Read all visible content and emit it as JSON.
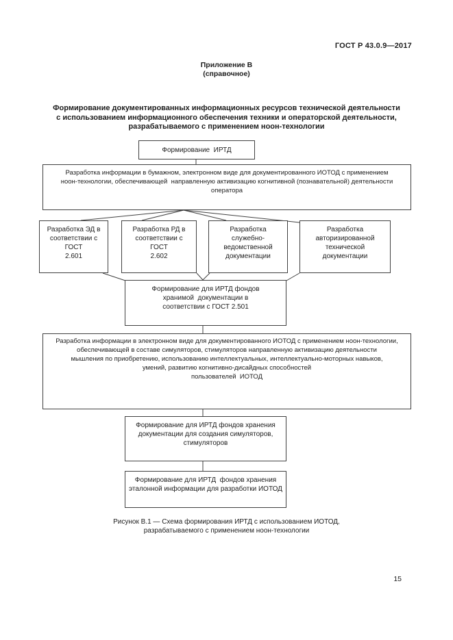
{
  "header": {
    "doc_code": "ГОСТ Р 43.0.9—2017"
  },
  "appendix": {
    "label": [
      "Приложение В",
      "(справочное)"
    ]
  },
  "title": [
    "Формирование документированных информационных ресурсов технической деятельности",
    "с использованием информационного обеспечения техники и операторской деятельности,",
    "разрабатываемого с применением ноон-технологии"
  ],
  "flowchart": {
    "form_irtd": "Формирование  ИРТД",
    "paper_dev": [
      "Разработка информации в бумажном, электронном виде для документированного ИОТОД с применением",
      "ноон-технологии, обеспечивающей  направленную активизацию когнитивной (познавательной) деятельности",
      "оператора"
    ],
    "ed_gost": [
      "Разработка ЭД в",
      "соответствии с",
      "ГОСТ",
      "2.601"
    ],
    "rd_gost": [
      "Разработка РД в",
      "соответствии с",
      "ГОСТ",
      "2.602"
    ],
    "service_docs": [
      "Разработка",
      "служебно-",
      "ведомственной",
      "документации"
    ],
    "authorized_docs": [
      "Разработка",
      "авторизированной",
      "технической",
      "документации"
    ],
    "storage_fund": [
      "Формирование для ИРТД фондов",
      "хранимой  документации в",
      "соответствии с ГОСТ 2.501"
    ],
    "electronic_dev": [
      "Разработка информации в электронном виде для документированного ИОТОД с применением ноон-технологии,",
      "обеспечивающей в составе симуляторов, стимуляторов направленную активизацию деятельности",
      "мышления по приобретению, использованию интеллектуальных, интеллектуально-моторных навыков,",
      "умений, развитию когнитивно-дисайдных способностей",
      "пользователей  ИОТОД"
    ],
    "simulator_fund": [
      "Формирование для ИРТД фондов хранения",
      "документации для создания симуляторов,",
      "стимуляторов"
    ],
    "etalon_fund": [
      "Формирование для ИРТД  фондов хранения",
      "эталонной информации для разработки ИОТОД"
    ]
  },
  "caption": [
    "Рисунок В.1 — Схема формирования ИРТД с использованием ИОТОД,",
    "разрабатываемого с применением ноон-технологии"
  ],
  "page_number": "15",
  "colors": {
    "background": "#ffffff",
    "border": "#3f3f3f",
    "text": "#1c1c1c"
  }
}
